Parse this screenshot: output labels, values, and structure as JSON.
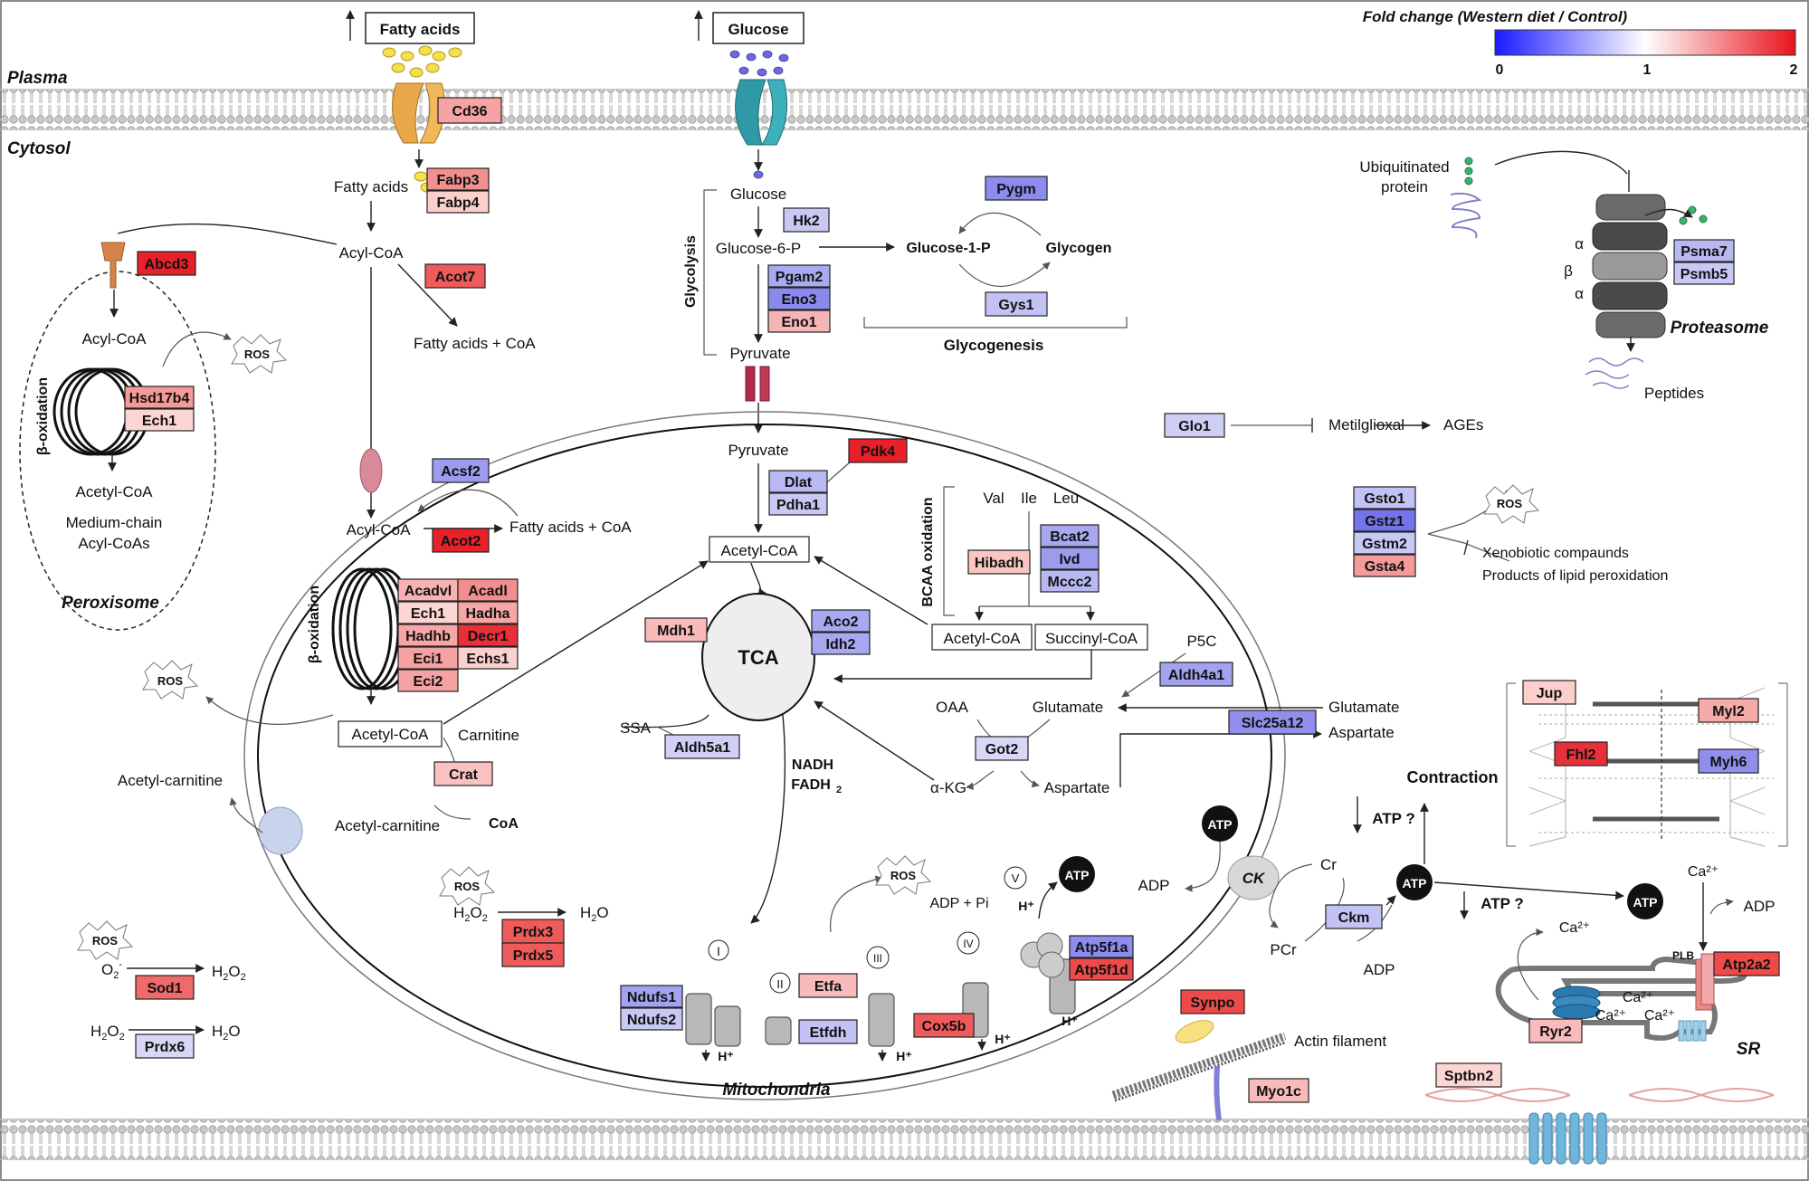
{
  "legend": {
    "title": "Fold change (Western diet / Control)",
    "ticks": [
      "0",
      "1",
      "2"
    ],
    "colors": {
      "low": "#1a1aff",
      "mid": "#ffffff",
      "high": "#e8131b"
    }
  },
  "compartments": {
    "plasma": "Plasma",
    "cytosol": "Cytosol",
    "peroxisome": "Peroxisome",
    "mitochondria": "Mitochondria",
    "proteasome": "Proteasome",
    "sr": "SR"
  },
  "inputs": {
    "fatty_acids": "Fatty acids",
    "glucose": "Glucose"
  },
  "genes": [
    {
      "id": "cd36",
      "label": "Cd36",
      "color": "#f7a3a3"
    },
    {
      "id": "fabp3",
      "label": "Fabp3",
      "color": "#f28f8f"
    },
    {
      "id": "fabp4",
      "label": "Fabp4",
      "color": "#fbd0cc"
    },
    {
      "id": "abcd3",
      "label": "Abcd3",
      "color": "#e8202a"
    },
    {
      "id": "acot7",
      "label": "Acot7",
      "color": "#ef5a5a"
    },
    {
      "id": "hsd17b4",
      "label": "Hsd17b4",
      "color": "#f49a9a"
    },
    {
      "id": "ech1a",
      "label": "Ech1",
      "color": "#fbd6d3"
    },
    {
      "id": "hk2",
      "label": "Hk2",
      "color": "#c8c8f2"
    },
    {
      "id": "pgam2",
      "label": "Pgam2",
      "color": "#aaaaf0"
    },
    {
      "id": "eno3",
      "label": "Eno3",
      "color": "#8a8aee"
    },
    {
      "id": "eno1",
      "label": "Eno1",
      "color": "#f5b5b5"
    },
    {
      "id": "pygm",
      "label": "Pygm",
      "color": "#8c8cee"
    },
    {
      "id": "gys1",
      "label": "Gys1",
      "color": "#c2c2f4"
    },
    {
      "id": "psma7",
      "label": "Psma7",
      "color": "#b8b8f2"
    },
    {
      "id": "psmb5",
      "label": "Psmb5",
      "color": "#c8c8f4"
    },
    {
      "id": "glo1",
      "label": "Glo1",
      "color": "#cfcff6"
    },
    {
      "id": "acsf2",
      "label": "Acsf2",
      "color": "#9c9cee"
    },
    {
      "id": "acot2",
      "label": "Acot2",
      "color": "#e8202a"
    },
    {
      "id": "pdk4",
      "label": "Pdk4",
      "color": "#e8202a"
    },
    {
      "id": "dlat",
      "label": "Dlat",
      "color": "#b8b8f2"
    },
    {
      "id": "pdha1",
      "label": "Pdha1",
      "color": "#c8c8f4"
    },
    {
      "id": "acadvl",
      "label": "Acadvl",
      "color": "#f7b2b2"
    },
    {
      "id": "acadl",
      "label": "Acadl",
      "color": "#f48e8e"
    },
    {
      "id": "ech1b",
      "label": "Ech1",
      "color": "#fbd6d3"
    },
    {
      "id": "hadha",
      "label": "Hadha",
      "color": "#f6a6a6"
    },
    {
      "id": "hadhb",
      "label": "Hadhb",
      "color": "#f6a6a6"
    },
    {
      "id": "decr1",
      "label": "Decr1",
      "color": "#e8303a"
    },
    {
      "id": "eci1",
      "label": "Eci1",
      "color": "#f5a2a2"
    },
    {
      "id": "echs1",
      "label": "Echs1",
      "color": "#fbd0cc"
    },
    {
      "id": "eci2",
      "label": "Eci2",
      "color": "#f5a2a2"
    },
    {
      "id": "mdh1",
      "label": "Mdh1",
      "color": "#f8baba"
    },
    {
      "id": "aco2",
      "label": "Aco2",
      "color": "#a8a8f0"
    },
    {
      "id": "idh2",
      "label": "Idh2",
      "color": "#a8a8f0"
    },
    {
      "id": "hibadh",
      "label": "Hibadh",
      "color": "#f9c6c2"
    },
    {
      "id": "bcat2",
      "label": "Bcat2",
      "color": "#a8a8f0"
    },
    {
      "id": "ivd",
      "label": "Ivd",
      "color": "#9c9cee"
    },
    {
      "id": "mccc2",
      "label": "Mccc2",
      "color": "#b8b8f2"
    },
    {
      "id": "aldh4a1",
      "label": "Aldh4a1",
      "color": "#a2a2ee"
    },
    {
      "id": "got2",
      "label": "Got2",
      "color": "#d8d8f6"
    },
    {
      "id": "slc25a12",
      "label": "Slc25a12",
      "color": "#9090ec"
    },
    {
      "id": "aldh5a1",
      "label": "Aldh5a1",
      "color": "#d0d0f6"
    },
    {
      "id": "crat",
      "label": "Crat",
      "color": "#f9c2c0"
    },
    {
      "id": "gsto1",
      "label": "Gsto1",
      "color": "#c2c2f4"
    },
    {
      "id": "gstz1",
      "label": "Gstz1",
      "color": "#7474ea"
    },
    {
      "id": "gstm2",
      "label": "Gstm2",
      "color": "#c8c8f4"
    },
    {
      "id": "gsta4",
      "label": "Gsta4",
      "color": "#f49a9a"
    },
    {
      "id": "jup",
      "label": "Jup",
      "color": "#fbd0cc"
    },
    {
      "id": "myl2",
      "label": "Myl2",
      "color": "#f6aaaa"
    },
    {
      "id": "fhl2",
      "label": "Fhl2",
      "color": "#e8303a"
    },
    {
      "id": "myh6",
      "label": "Myh6",
      "color": "#9090ec"
    },
    {
      "id": "prdx3",
      "label": "Prdx3",
      "color": "#ef5a5a"
    },
    {
      "id": "prdx5",
      "label": "Prdx5",
      "color": "#ef5a5a"
    },
    {
      "id": "sod1",
      "label": "Sod1",
      "color": "#ef6a6a"
    },
    {
      "id": "prdx6",
      "label": "Prdx6",
      "color": "#d8d8f6"
    },
    {
      "id": "ndufs1",
      "label": "Ndufs1",
      "color": "#a2a2ee"
    },
    {
      "id": "ndufs2",
      "label": "Ndufs2",
      "color": "#c8c8f4"
    },
    {
      "id": "etfa",
      "label": "Etfa",
      "color": "#f8baba"
    },
    {
      "id": "etfdh",
      "label": "Etfdh",
      "color": "#c2c2f4"
    },
    {
      "id": "cox5b",
      "label": "Cox5b",
      "color": "#ef5a5a"
    },
    {
      "id": "atp5f1a",
      "label": "Atp5f1a",
      "color": "#8c8cee"
    },
    {
      "id": "atp5f1d",
      "label": "Atp5f1d",
      "color": "#ef4a4a"
    },
    {
      "id": "synpo",
      "label": "Synpo",
      "color": "#ef4a4a"
    },
    {
      "id": "myo1c",
      "label": "Myo1c",
      "color": "#f8baba"
    },
    {
      "id": "ckm",
      "label": "Ckm",
      "color": "#c2c2f4"
    },
    {
      "id": "atp2a2",
      "label": "Atp2a2",
      "color": "#ef4a4a"
    },
    {
      "id": "ryr2",
      "label": "Ryr2",
      "color": "#f8baba"
    },
    {
      "id": "sptbn2",
      "label": "Sptbn2",
      "color": "#fbd6d3"
    }
  ],
  "labels": {
    "fatty_acids_cyt": "Fatty acids",
    "acyl_coa": "Acyl-CoA",
    "fa_coa": "Fatty acids + CoA",
    "perox_acyl_coa": "Acyl-CoA",
    "ros": "ROS",
    "beta_oxidation": "β-oxidation",
    "acetyl_coa": "Acetyl-CoA",
    "medium_chain_1": "Medium-chain",
    "medium_chain_2": "Acyl-CoAs",
    "glucose_cyt": "Glucose",
    "g6p": "Glucose-6-P",
    "g1p": "Glucose-1-P",
    "glycogen": "Glycogen",
    "glycolysis": "Glycolysis",
    "glycogenesis": "Glycogenesis",
    "pyruvate": "Pyruvate",
    "ubiquitinated_1": "Ubiquitinated",
    "ubiquitinated_2": "protein",
    "alpha": "α",
    "beta": "β",
    "peptides": "Peptides",
    "metilglioxal": "Metilglioxal",
    "ages": "AGEs",
    "xenobiotic": "Xenobiotic compaunds",
    "lipid_perox": "Products of lipid peroxidation",
    "val": "Val",
    "ile": "Ile",
    "leu": "Leu",
    "bcaa": "BCAA oxidation",
    "succinyl_coa": "Succinyl-CoA",
    "p5c": "P5C",
    "oaa": "OAA",
    "glutamate": "Glutamate",
    "aspartate": "Aspartate",
    "akg": "α-KG",
    "tca": "TCA",
    "ssa": "SSA",
    "nadh": "NADH",
    "fadh": "FADH",
    "fadh_sub": "2",
    "carnitine": "Carnitine",
    "acetyl_carnitine": "Acetyl-carnitine",
    "coa": "CoA",
    "h2o2": "H",
    "h2o": "H",
    "o2": "O",
    "sub2": "2",
    "hplus": "H⁺",
    "adp_pi": "ADP + Pi",
    "atp": "ATP",
    "adp": "ADP",
    "ck": "CK",
    "cr": "Cr",
    "pcr": "PCr",
    "atp_q": "ATP ?",
    "contraction": "Contraction",
    "actin": "Actin filament",
    "ca": "Ca²⁺",
    "plb": "PLB",
    "complex_I": "I",
    "complex_II": "II",
    "complex_III": "III",
    "complex_IV": "IV",
    "complex_V": "V"
  }
}
